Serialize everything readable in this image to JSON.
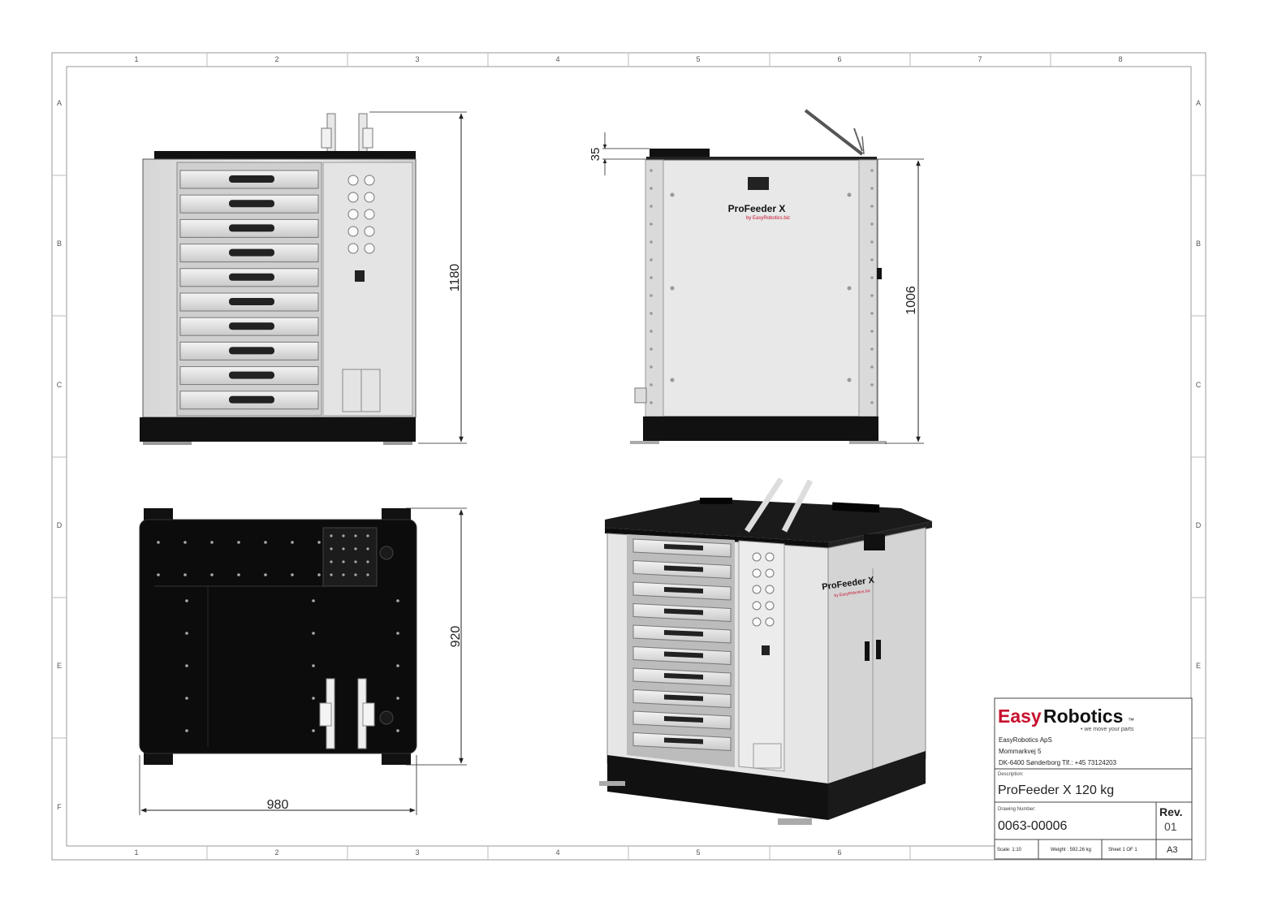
{
  "frame": {
    "columns": [
      "1",
      "2",
      "3",
      "4",
      "5",
      "6",
      "7",
      "8"
    ],
    "bottom_columns": [
      "1",
      "2",
      "3",
      "4",
      "5",
      "6"
    ],
    "rows": [
      "A",
      "B",
      "C",
      "D",
      "E",
      "F"
    ]
  },
  "dimensions": {
    "front_height": "1180",
    "side_top_offset": "35",
    "side_height": "1006",
    "top_depth": "920",
    "top_width": "980"
  },
  "product_labels": {
    "model": "ProFeeder X",
    "byline": "by EasyRobotics.biz"
  },
  "title_block": {
    "logo_part1": "Easy",
    "logo_part2": "Robotics",
    "logo_mark": "™",
    "slogan": "• we move your parts",
    "company": "EasyRobotics ApS",
    "street": "Mommarkvej 5",
    "city_phone": "DK-6400 Sønderborg   Tlf.: +45 73124203",
    "description_label": "Description:",
    "description": "ProFeeder X 120 kg",
    "drawing_number_label": "Drawing Number:",
    "drawing_number": "0063-00006",
    "rev_label": "Rev.",
    "rev": "01",
    "scale": "Scale: 1:10",
    "weight": "Weight : 592.26 kg",
    "sheet": "Sheet 1 OF 1",
    "size": "A3"
  },
  "colors": {
    "body": "#e6e6e6",
    "dark": "#111111",
    "line": "#333333",
    "logo_red": "#c8102e"
  }
}
